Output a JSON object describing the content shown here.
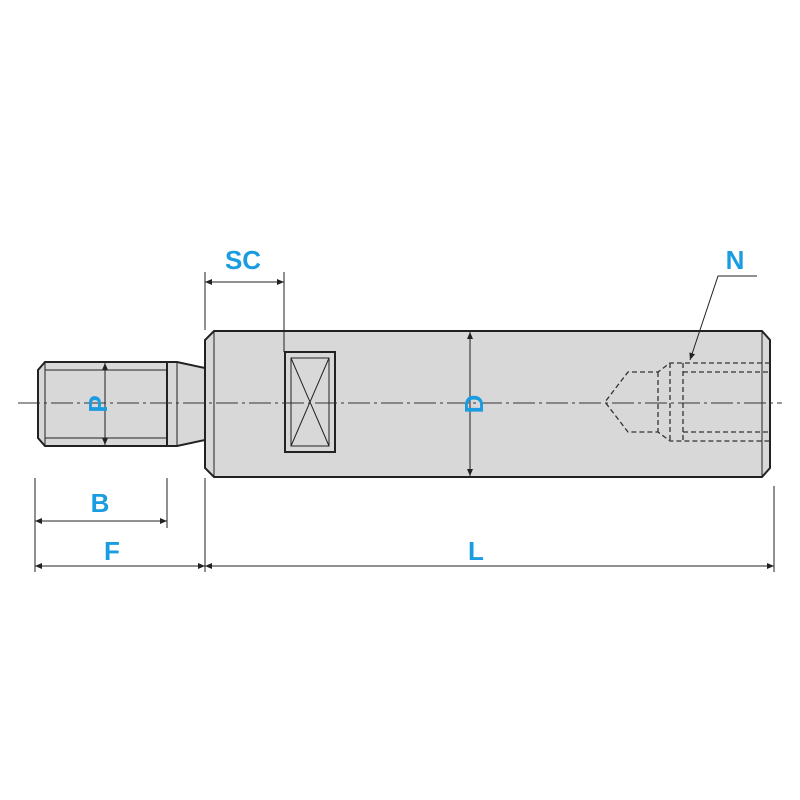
{
  "labels": {
    "sc": "SC",
    "n": "N",
    "p": "P",
    "d": "D",
    "b": "B",
    "f": "F",
    "l": "L"
  },
  "colors": {
    "label": "#1a9ce0",
    "fill": "#d8d8d8",
    "stroke": "#222222"
  }
}
